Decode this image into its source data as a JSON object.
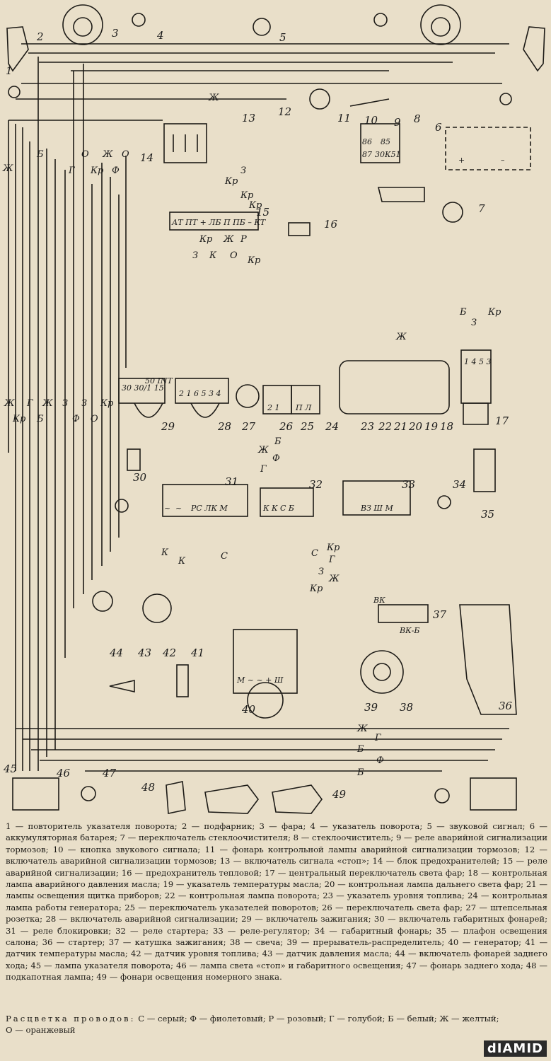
{
  "diagram": {
    "component_numbers": [
      "1",
      "2",
      "3",
      "4",
      "5",
      "6",
      "7",
      "8",
      "9",
      "10",
      "11",
      "12",
      "13",
      "14",
      "15",
      "16",
      "17",
      "18",
      "19",
      "20",
      "21",
      "22",
      "23",
      "24",
      "25",
      "26",
      "27",
      "28",
      "29",
      "30",
      "31",
      "32",
      "33",
      "34",
      "35",
      "36",
      "37",
      "38",
      "39",
      "40",
      "41",
      "42",
      "43",
      "44",
      "45",
      "46",
      "47",
      "48",
      "49"
    ],
    "wire_labels": {
      "zh": "Ж",
      "o": "О",
      "f": "Ф",
      "g": "Г",
      "kr": "Кр",
      "b": "Б",
      "z": "З",
      "k": "К",
      "c": "С",
      "r": "Р"
    },
    "terminal_labels": {
      "relay9_86": "86",
      "relay9_85": "85",
      "relay9_87": "87",
      "relay9_30": "30К51",
      "battery_plus": "+",
      "battery_minus": "–",
      "relay15": "АТ ПТ + ЛБ П ПБ – КТ",
      "switch29": "30 30/1 15",
      "switch29_b": "50 INT",
      "switch28": "2 1 6 5 3 4",
      "switch26": "2 1",
      "switch25": "П Л",
      "switch17": "1 4 5 3",
      "relay31": "РС ЛК М",
      "relay32": "К К С Б",
      "reg33": "ВЗ Ш М",
      "coil_vk": "ВК",
      "coil_vkb": "ВК-Б",
      "gen40": "М ~ ~ + Ш",
      "tilde": "~"
    }
  },
  "legend": [
    "1 — повторитель указателя поворота;",
    "2 — подфарник;",
    "3 — фара;",
    "4 — указатель поворота;",
    "5 — звуковой сигнал;",
    "6 — аккумуляторная батарея;",
    "7 — переключатель стеклоочистителя;",
    "8 — стеклоочиститель;",
    "9 — реле аварийной сигнализации тормозов;",
    "10 — кнопка звукового сигнала;",
    "11 — фонарь контрольной лампы аварийной сигнализации тормозов;",
    "12 — включатель аварийной сигнализации тормозов;",
    "13 — включатель сигнала «стоп»;",
    "14 — блок предохранителей;",
    "15 — реле аварийной сигнализации;",
    "16 — предохранитель тепловой;",
    "17 — центральный переключатель света фар;",
    "18 — контрольная лампа аварийного давления масла;",
    "19 — указатель температуры масла;",
    "20 — контрольная лампа дальнего света фар;",
    "21 — лампы освещения щитка приборов;",
    "22 — контрольная лампа поворота;",
    "23 — указатель уровня топлива;",
    "24 — контрольная лампа работы генератора;",
    "25 — переключатель указателей поворотов;",
    "26 — переключатель света фар;",
    "27 — штепсельная розетка;",
    "28 — включатель аварийной сигнализации;",
    "29 — включатель зажигания;",
    "30 — включатель габаритных фонарей;",
    "31 — реле блокировки;",
    "32 — реле стартера;",
    "33 — реле-регулятор;",
    "34 — габаритный фонарь;",
    "35 — плафон освещения салона;",
    "36 — стартер;",
    "37 — катушка зажигания;",
    "38 — свеча;",
    "39 — прерыватель-распределитель;",
    "40 — генератор;",
    "41 — датчик температуры масла;",
    "42 — датчик уровня топлива;",
    "43 — датчик давления масла;",
    "44 — включатель фонарей заднего хода;",
    "45 — лампа указателя поворота;",
    "46 — лампа света «стоп» и габаритного освещения;",
    "47 — фонарь заднего хода;",
    "48 — подкапотная лампа;",
    "49 — фонари освещения номерного знака."
  ],
  "wire_colors": {
    "lead": "Расцветка проводов:",
    "items": "С — серый; Ф — фиолетовый; Р — розовый; Г — голубой; Б — белый; Ж — желтый; О — оранжевый"
  },
  "watermark": "dIAMID"
}
